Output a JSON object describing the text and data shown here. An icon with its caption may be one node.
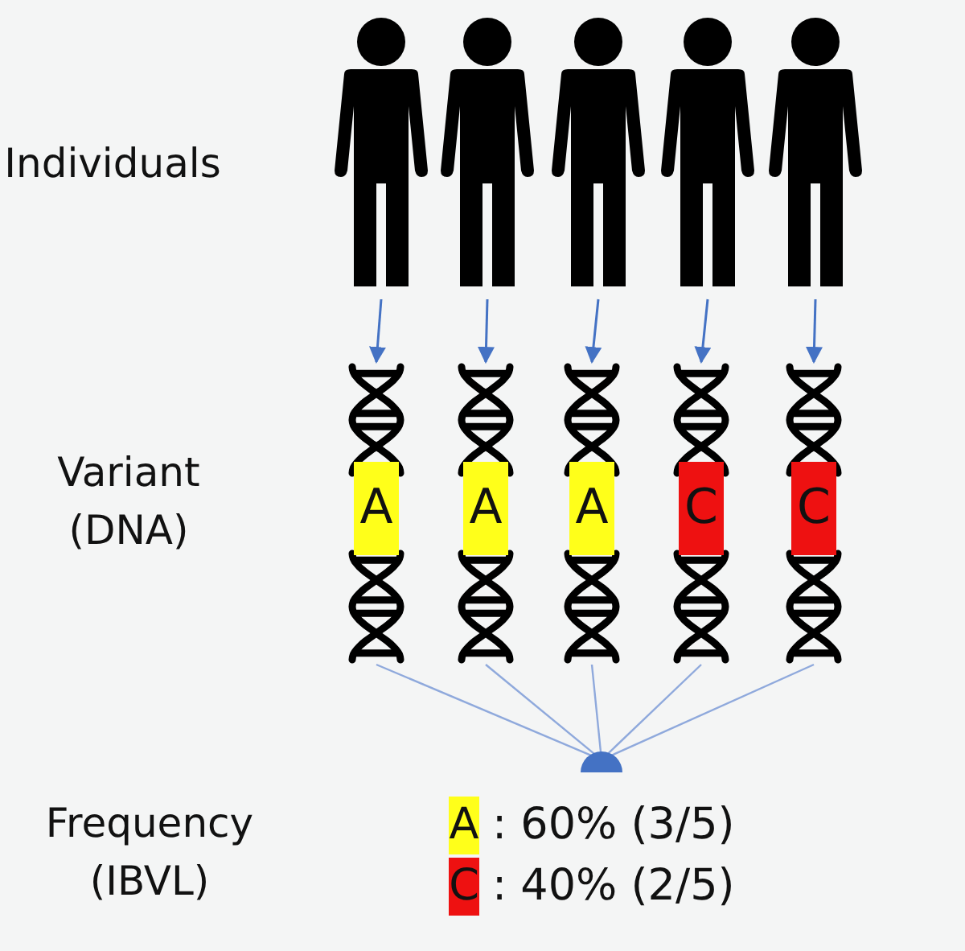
{
  "diagram": {
    "nodes": [
      {
        "text": [],
        "shape": "person"
      },
      {
        "text": [],
        "shape": "person"
      },
      {
        "text": [],
        "shape": "person"
      },
      {
        "text": [],
        "shape": "person"
      },
      {
        "text": [],
        "shape": "person"
      },
      {
        "text": [
          "A"
        ]
      },
      {
        "text": [
          "A"
        ]
      },
      {
        "text": [
          "A"
        ]
      },
      {
        "text": [
          "C"
        ]
      },
      {
        "text": [
          "C"
        ]
      },
      {
        "text": [],
        "shape": "semicircle"
      }
    ],
    "edges": [
      {
        "from": 0,
        "to": 5,
        "arrow": "to"
      },
      {
        "from": 1,
        "to": 6,
        "arrow": "to"
      },
      {
        "from": 2,
        "to": 7,
        "arrow": "to"
      },
      {
        "from": 3,
        "to": 8,
        "arrow": "to"
      },
      {
        "from": 4,
        "to": 9,
        "arrow": "to"
      },
      {
        "from": 5,
        "to": 10,
        "arrow": "none"
      },
      {
        "from": 6,
        "to": 10,
        "arrow": "none"
      },
      {
        "from": 7,
        "to": 10,
        "arrow": "none"
      },
      {
        "from": 8,
        "to": 10,
        "arrow": "none"
      },
      {
        "from": 9,
        "to": 10,
        "arrow": "none"
      }
    ],
    "labels": [
      "Individuals",
      "Variant (DNA)",
      "Frequency (IBVL)",
      ": 60% (3/5)",
      ": 40% (2/5)"
    ],
    "legend": [
      {
        "text": "A",
        "color": "#ffff1a"
      },
      {
        "text": "C",
        "color": "#ee1111"
      }
    ]
  }
}
